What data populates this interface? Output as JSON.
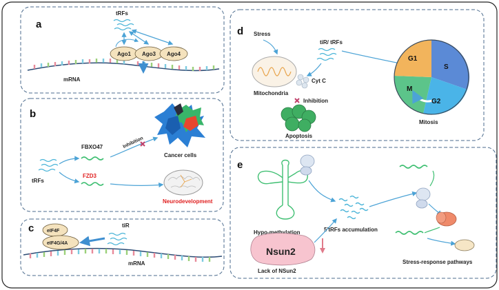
{
  "colors": {
    "panel_border": "#4a6a8c",
    "trf_blue": "#4ab4d8",
    "trf_green": "#3fbf72",
    "ago_fill": "#f4e2bd",
    "arrow": "#4ca3d6",
    "inhibit_x": "#c0406a",
    "red_text": "#e02020",
    "pie_s": "#5b8ad6",
    "pie_g1": "#f2b45c",
    "pie_m": "#5cc48a",
    "pie_g2": "#4ab4e8"
  },
  "panels": {
    "a": {
      "letter": "a",
      "trfs": "tRFs",
      "ago": [
        "Ago1",
        "Ago3",
        "Ago4"
      ],
      "mrna": "mRNA"
    },
    "b": {
      "letter": "b",
      "trfs": "tRFs",
      "fbxo47": "FBXO47",
      "inhibition": "Inhibition",
      "cancer_cells": "Cancer cells",
      "fzd3": "FZD3",
      "neurodevelopment": "Neurodevelopment"
    },
    "c": {
      "letter": "c",
      "eif4f": "eIF4F",
      "eif4g": "eIF4G/4A",
      "tir": "tiR",
      "mrna": "mRNA"
    },
    "d": {
      "letter": "d",
      "stress": "Stress",
      "tir_trfs": "tiR/ tRFs",
      "mitochondria": "Mitochondria",
      "cytc": "Cyt C",
      "inhibition": "Inhibition",
      "apoptosis": "Apoptosis",
      "mitosis": "Mitosis",
      "phases": {
        "s": "S",
        "g1": "G1",
        "m": "M",
        "g2": "G2"
      }
    },
    "e": {
      "letter": "e",
      "hypo": "Hypo-methylation",
      "accum": "5'tRFs accumulation",
      "nsun2": "Nsun2",
      "lack": "Lack of NSun2",
      "stress_resp": "Stress-response pathways"
    }
  }
}
